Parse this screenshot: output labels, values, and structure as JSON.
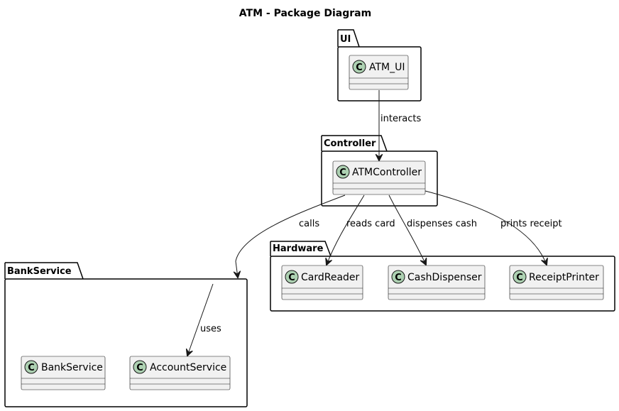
{
  "diagram": {
    "title": "ATM - Package Diagram",
    "packages": {
      "ui": "UI",
      "controller": "Controller",
      "hardware": "Hardware",
      "bankservice": "BankService"
    },
    "classes": {
      "atm_ui": "ATM_UI",
      "atm_controller": "ATMController",
      "card_reader": "CardReader",
      "cash_dispenser": "CashDispenser",
      "receipt_printer": "ReceiptPrinter",
      "bank_service": "BankService",
      "account_service": "AccountService"
    },
    "class_marker": "C",
    "edges": {
      "interacts": "interacts",
      "calls": "calls",
      "reads_card": "reads card",
      "dispenses_cash": "dispenses cash",
      "prints_receipt": "prints receipt",
      "uses": "uses"
    },
    "colors": {
      "class_fill": "#f1f1f1",
      "class_marker_fill": "#add1b2",
      "stroke": "#181818"
    }
  }
}
